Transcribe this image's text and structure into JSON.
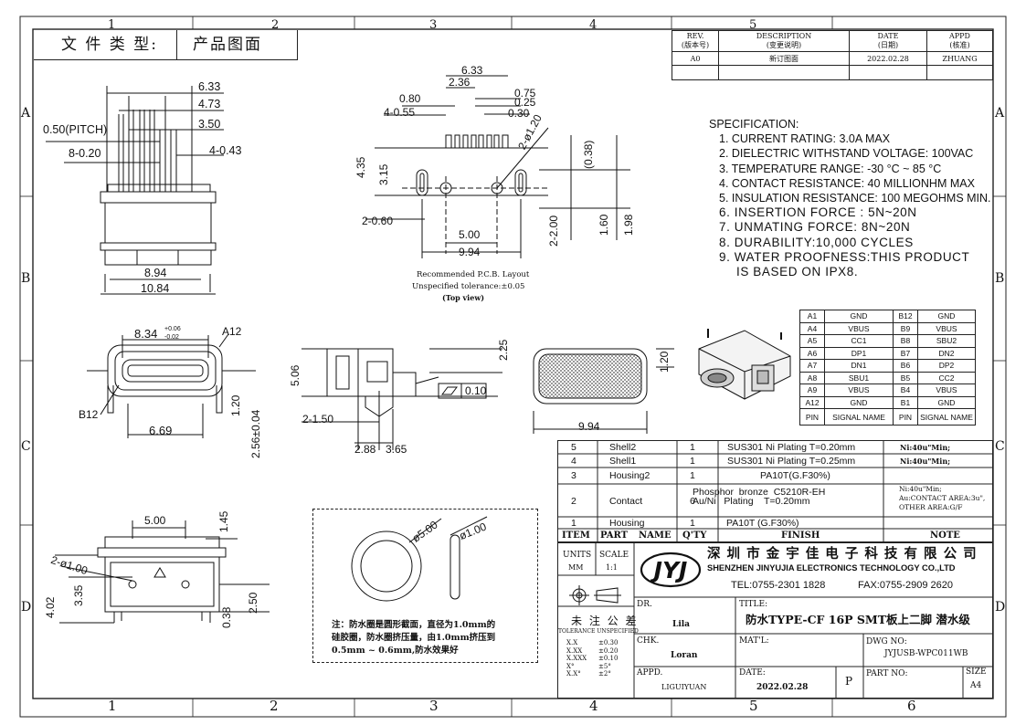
{
  "header": {
    "doc_type_label": "文 件 类 型:",
    "doc_type_value": "产品图面"
  },
  "frame": {
    "col_numbers": [
      "1",
      "2",
      "3",
      "4",
      "5",
      "6"
    ],
    "row_letters": [
      "A",
      "B",
      "C",
      "D"
    ]
  },
  "revision": {
    "headers": [
      {
        "en": "REV.",
        "cn": "(版本号)"
      },
      {
        "en": "DESCRIPTION",
        "cn": "(变更说明)"
      },
      {
        "en": "DATE",
        "cn": "(日期)"
      },
      {
        "en": "APPD",
        "cn": "(核准)"
      }
    ],
    "row": [
      "A0",
      "新订图面",
      "2022.02.28",
      "ZHUANG"
    ]
  },
  "specification": {
    "title": "SPECIFICATION:",
    "items": [
      "1. CURRENT RATING: 3.0A MAX",
      "2. DIELECTRIC WITHSTAND VOLTAGE: 100VAC",
      "3. TEMPERATURE RANGE: -30 °C ~ 85 °C",
      "4. CONTACT RESISTANCE: 40 MILLIONHM MAX",
      "5. INSULATION RESISTANCE: 100 MEGOHMS MIN.",
      "6. INSERTION FORCE : 5N~20N",
      "7. UNMATING FORCE: 8N~20N",
      "8. DURABILITY:10,000 CYCLES",
      "9. WATER PROOFNESS:THIS PRODUCT",
      "IS BASED ON IPX8."
    ]
  },
  "pin_table": {
    "rows": [
      [
        "A1",
        "GND",
        "B12",
        "GND"
      ],
      [
        "A4",
        "VBUS",
        "B9",
        "VBUS"
      ],
      [
        "A5",
        "CC1",
        "B8",
        "SBU2"
      ],
      [
        "A6",
        "DP1",
        "B7",
        "DN2"
      ],
      [
        "A7",
        "DN1",
        "B6",
        "DP2"
      ],
      [
        "A8",
        "SBU1",
        "B5",
        "CC2"
      ],
      [
        "A9",
        "VBUS",
        "B4",
        "VBUS"
      ],
      [
        "A12",
        "GND",
        "B1",
        "GND"
      ],
      [
        "PIN",
        "SIGNAL NAME",
        "PIN",
        "SIGNAL NAME"
      ]
    ]
  },
  "bom": {
    "rows": [
      {
        "item": "5",
        "part": "Shell2",
        "qty": "1",
        "finish": "SUS301  Ni   Plating  T=0.20mm",
        "note": "Ni:40u\"Min;"
      },
      {
        "item": "4",
        "part": "Shell1",
        "qty": "1",
        "finish": "SUS301  Ni   Plating  T=0.25mm",
        "note": "Ni:40u\"Min;"
      },
      {
        "item": "3",
        "part": "Housing2",
        "qty": "1",
        "finish": "PA10T(G.F30%)",
        "note": ""
      },
      {
        "item": "2",
        "part": "Contact",
        "qty": "6",
        "finish": "Phosphor  bronze  C5210R-EH\nAu/Ni   Plating    T=0.20mm",
        "note": "Ni:40u\"Min;\nAu:CONTACT AREA:3u\",\nOTHER AREA:G/F"
      },
      {
        "item": "1",
        "part": "Housing",
        "qty": "1",
        "finish": "PA10T  (G.F30%)",
        "note": ""
      }
    ],
    "headers": [
      "ITEM",
      "PART",
      "NAME",
      "Q'TY",
      "FINISH",
      "NOTE"
    ]
  },
  "title_block": {
    "units_label": "UNITS",
    "units_value": "MM",
    "scale_label": "SCALE",
    "scale_value": "1:1",
    "company_cn": "深 圳 市 金 宇 佳 电 子 科 技 有 限 公 司",
    "company_en": "SHENZHEN  JINYUJIA ELECTRONICS TECHNOLOGY CO.,LTD",
    "tel": "TEL:0755-2301 1828",
    "fax": "FAX:0755-2909 2620",
    "logo": "JYJ",
    "dr_label": "DR.",
    "dr_value": "Lila",
    "chk_label": "CHK.",
    "chk_value": "Loran",
    "appd_label": "APPD.",
    "appd_value": "LIGUIYUAN",
    "title_label": "TITLE:",
    "title_value": "防水TYPE-CF 16P SMT板上二脚 潜水级",
    "matl_label": "MAT'L:",
    "date_label": "DATE:",
    "date_value": "2022.02.28",
    "p_label": "P",
    "dwg_label": "DWG NO:",
    "dwg_value": "JYJUSB-WPC011WB",
    "partno_label": "PART  NO:",
    "size_label": "SIZE",
    "size_value": "A4",
    "tol_title": "未 注 公 差",
    "tol_sub": "TOLERANCE UNSPECIFIED",
    "tolerances": [
      [
        "X.X",
        "±0.30"
      ],
      [
        "X.XX",
        "±0.20"
      ],
      [
        "X.XXX",
        "±0.10"
      ],
      [
        "X°",
        "±5°"
      ],
      [
        "X.X°",
        "±2°"
      ]
    ]
  },
  "pcb": {
    "caption1": "Recommended P.C.B. Layout",
    "caption2": "Unspecified tolerance:±0.05",
    "caption3": "(Top view)"
  },
  "note": {
    "text1": "注：防水圈是圆形截面，直径为1.0mm的",
    "text2": "硅胶圈，防水圈挤压量，由1.0mm挤压到",
    "text3": "0.5mm ~ 0.6mm,防水效果好"
  },
  "dims": {
    "top_633": "6.33",
    "top_473": "4.73",
    "top_350": "3.50",
    "top_443": "4-0.43",
    "top_pitch": "0.50(PITCH)",
    "top_820": "8-0.20",
    "top_894": "8.94",
    "top_1084": "10.84",
    "pcb_633": "6.33",
    "pcb_236": "2.36",
    "pcb_080": "0.80",
    "pcb_455": "4-0.55",
    "pcb_075": "0.75",
    "pcb_025": "0.25",
    "pcb_030": "0.30",
    "pcb_2120": "2-ø1.20",
    "pcb_435": "4.35",
    "pcb_315": "3.15",
    "pcb_038": "(0.38)",
    "pcb_260": "2-0.60",
    "pcb_500": "5.00",
    "pcb_994": "9.94",
    "pcb_2200": "2-2.00",
    "pcb_160": "1.60",
    "pcb_198": "1.98",
    "front_834": "8.34",
    "front_tol_up": "+0.06",
    "front_tol_dn": "-0.02",
    "front_a12": "A12",
    "front_b12": "B12",
    "front_669": "6.69",
    "front_120": "1.20",
    "front_256": "2.56±0.04",
    "side_506": "5.06",
    "side_225": "2.25",
    "side_010": "0.10",
    "side_2150": "2-1.50",
    "side_288": "2.88",
    "side_365": "3.65",
    "rear_120": "1.20",
    "rear_994": "9.94",
    "bot_500": "5.00",
    "bot_145": "1.45",
    "bot_2100": "2-ø1.00",
    "bot_402": "4.02",
    "bot_335": "3.35",
    "bot_038": "0.38",
    "bot_250": "2.50",
    "ring_500": "ø5.00",
    "ring_100": "ø1.00"
  }
}
